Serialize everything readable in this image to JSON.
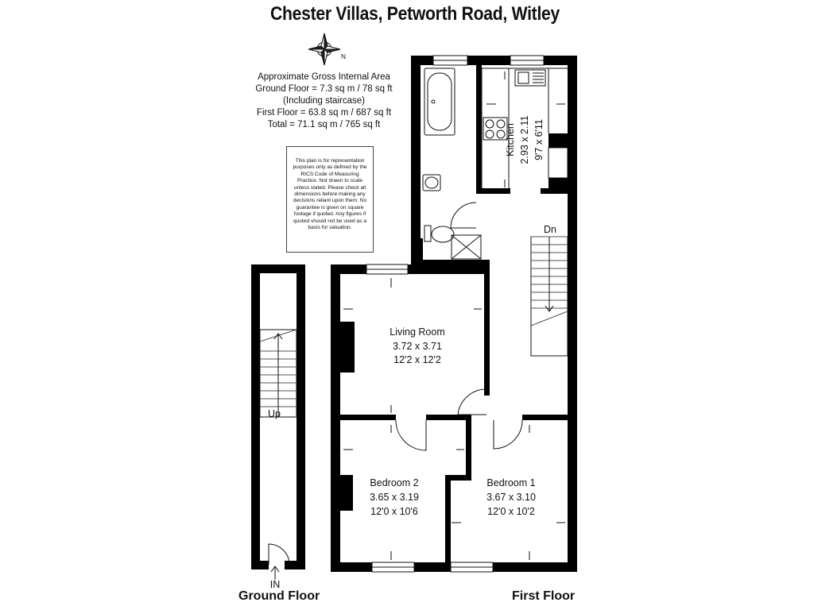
{
  "title": "Chester Villas, Petworth Road, Witley",
  "area": {
    "line1": "Approximate Gross Internal Area",
    "line2": "Ground Floor = 7.3 sq m / 78 sq ft",
    "line3": "(Including staircase)",
    "line4": "First Floor = 63.8 sq m / 687 sq ft",
    "line5": "Total = 71.1 sq m / 765 sq ft"
  },
  "disclaimer": "This plan is for representation purposes only as defined by the RICS Code of Measuring Practice. Not drawn to scale unless stated. Please check all dimensions before making any decisions reliant upon them. No guarantee is given on square footage if quoted. Any figures if quoted should not be used as a basis for valuation.",
  "compass_label": "N",
  "rooms": {
    "kitchen": {
      "name": "Kitchen",
      "metric": "2.93 x 2.11",
      "imperial": "9'7 x 6'11"
    },
    "living": {
      "name": "Living Room",
      "metric": "3.72 x 3.71",
      "imperial": "12'2 x 12'2"
    },
    "bed2": {
      "name": "Bedroom 2",
      "metric": "3.65 x 3.19",
      "imperial": "12'0 x 10'6"
    },
    "bed1": {
      "name": "Bedroom 1",
      "metric": "3.67 x 3.10",
      "imperial": "12'0 x 10'2"
    }
  },
  "labels": {
    "dn": "Dn",
    "up": "Up",
    "in": "IN"
  },
  "floors": {
    "ground": "Ground Floor",
    "first": "First Floor"
  },
  "colors": {
    "wall": "#000000",
    "line": "#111111",
    "background": "#ffffff"
  }
}
